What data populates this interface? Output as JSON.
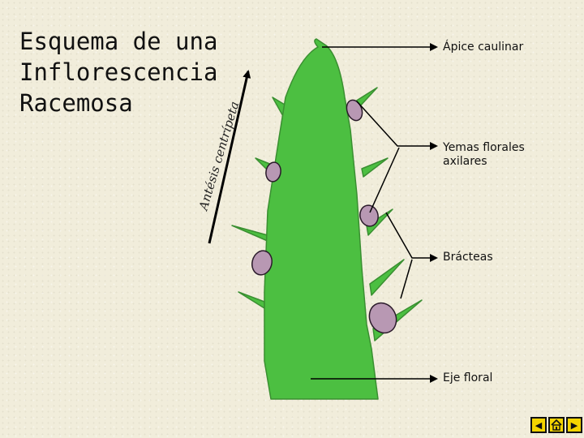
{
  "slide": {
    "title_lines": [
      "Esquema de una",
      "Inflorescencia",
      "Racemosa"
    ],
    "arrow_label": "Antésis centrípeta"
  },
  "labels": {
    "apex": "Ápice caulinar",
    "buds_line1": "Yemas florales",
    "buds_line2": "axilares",
    "bracts": "Brácteas",
    "axis": "Eje floral"
  },
  "colors": {
    "stem": "#4cbf41",
    "stem_outline": "#3a8f31",
    "bud": "#b898b3",
    "bud_outline": "#2a1a2a",
    "nav_button": "#f4d400"
  },
  "nav": {
    "prev_icon": "triangle-left",
    "home_icon": "home",
    "next_icon": "triangle-right"
  }
}
